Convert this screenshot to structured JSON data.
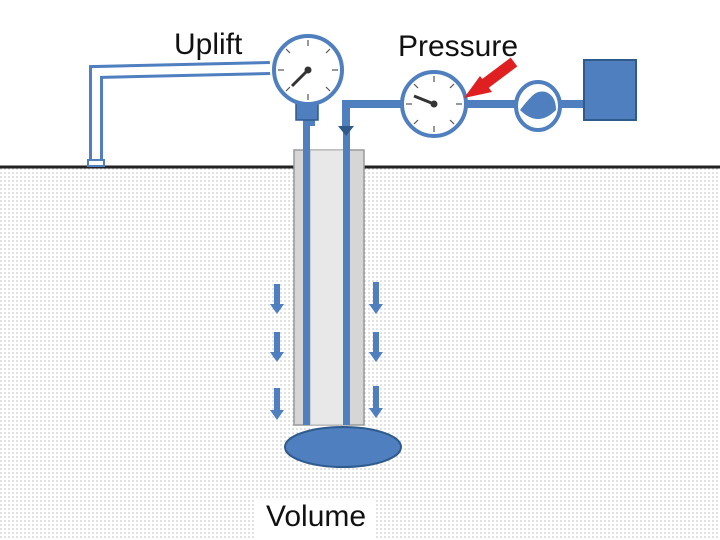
{
  "labels": {
    "uplift": "Uplift",
    "pressure": "Pressure",
    "volume": "Volume"
  },
  "colors": {
    "pipe": "#4f7fbf",
    "pipe_dark": "#2e5a8c",
    "casing": "#d6d6d6",
    "ground_dots": "#9a9a9a",
    "indicator_arrow": "#e02020",
    "gauge_face": "#ffffff",
    "gauge_ring": "#4f7fbf",
    "text": "#111111"
  },
  "icons": {
    "uplift_gauge": "dial-gauge-icon",
    "pressure_gauge": "dial-gauge-icon",
    "pump": "pump-icon",
    "reservoir": "tank-icon",
    "flow_arrows": "arrow-down-icon",
    "pointer": "red-arrow-icon"
  }
}
